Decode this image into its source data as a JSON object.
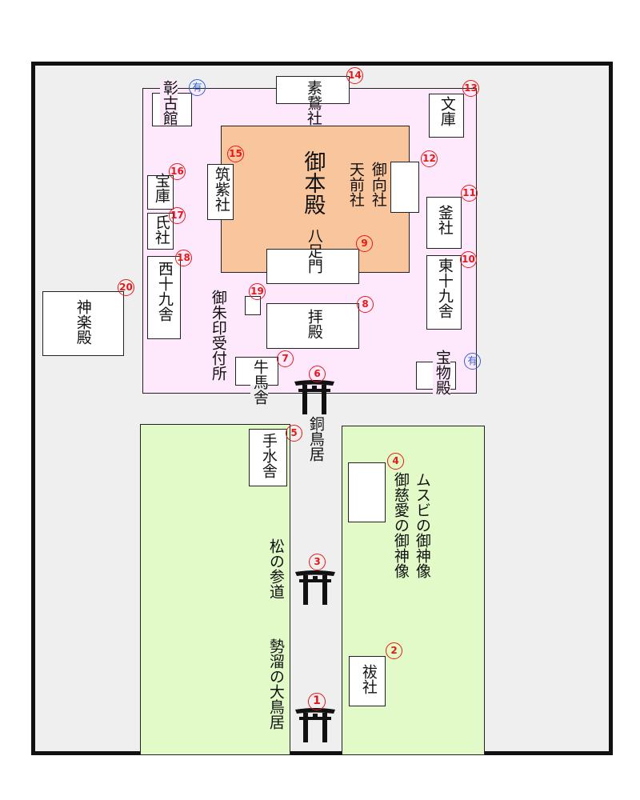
{
  "colors": {
    "frame_bg": "#efefef",
    "precinct": "#fde9fb",
    "honden": "#f8c59c",
    "garden": "#e1fac8",
    "number_red": "#e51919",
    "number_blue": "#2e63d6"
  },
  "icons": {
    "gate": "torii-icon"
  },
  "markers": {
    "m1": "1",
    "m2": "2",
    "m3": "3",
    "m4": "4",
    "m5": "5",
    "m6": "6",
    "m7": "7",
    "m8": "8",
    "m9": "9",
    "m10": "10",
    "m11": "11",
    "m12": "12",
    "m13": "13",
    "m14": "14",
    "m15": "15",
    "m16": "16",
    "m17": "17",
    "m18": "18",
    "m19": "19",
    "m20": "20",
    "yu": "有"
  },
  "labels": {
    "honden": "御本殿",
    "hassokumon": "八足門",
    "haiden": "拝殿",
    "gyubasha": "牛馬舎",
    "goshuin": "御朱印受付所",
    "kamimukai": "御向社",
    "amasaki": "天前社",
    "chikushi": "筑紫社",
    "soga": "素鵞社",
    "bunko": "文庫",
    "kamado": "釜社",
    "higashi": "東十九舎",
    "homotsuden": "宝物殿",
    "shokokan": "彰古館",
    "hoko": "宝庫",
    "ujisha": "氏社",
    "nishi": "西十九舎",
    "kagura": "神楽殿",
    "chozu": "手水舎",
    "dotorii": "銅鳥居",
    "musubi": "ムスビの御神像",
    "jiai": "御慈愛の御神像",
    "matsu": "松の参道",
    "seidamari": "勢溜の大鳥居",
    "harae": "祓社"
  }
}
